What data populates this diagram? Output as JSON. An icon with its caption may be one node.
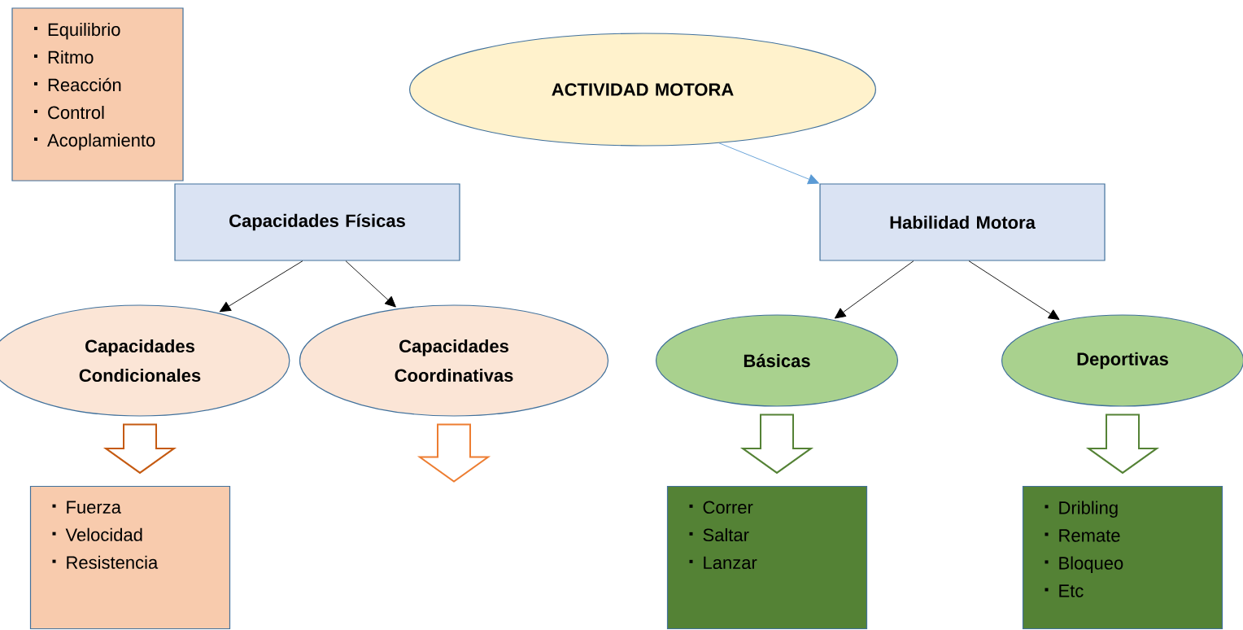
{
  "diagram": {
    "nodes": [
      {
        "text": [
          "ACTIVIDAD MOTORA"
        ]
      },
      {
        "text": [
          "Equilibrio",
          "Ritmo",
          "Reacción",
          "Control",
          "Acoplamiento"
        ]
      },
      {
        "text": [
          "Capacidades Físicas"
        ]
      },
      {
        "text": [
          "Habilidad Motora"
        ]
      },
      {
        "text": [
          "Capacidades Condicionales"
        ]
      },
      {
        "text": [
          "Capacidades Coordinativas"
        ]
      },
      {
        "text": [
          "Básicas"
        ]
      },
      {
        "text": [
          "Deportivas"
        ]
      },
      {
        "text": [
          "Fuerza",
          "Velocidad",
          "Resistencia"
        ]
      },
      {
        "text": [
          "Correr",
          "Saltar",
          "Lanzar"
        ]
      },
      {
        "text": [
          "Dribling",
          "Remate",
          "Bloqueo",
          "Etc"
        ]
      }
    ],
    "edges": [
      {
        "from": 0,
        "to": 3,
        "arrow": "to",
        "color": "#5b9bd5"
      },
      {
        "from": 2,
        "to": 4,
        "arrow": "to"
      },
      {
        "from": 2,
        "to": 5,
        "arrow": "to"
      },
      {
        "from": 3,
        "to": 6,
        "arrow": "to"
      },
      {
        "from": 3,
        "to": 7,
        "arrow": "to"
      },
      {
        "from": 4,
        "to": 8,
        "arrow": "to",
        "style": "thick",
        "color": "#c55a11"
      },
      {
        "from": 5,
        "to": null,
        "arrow": "to",
        "style": "thick",
        "color": "#ed7d31"
      },
      {
        "from": 6,
        "to": 9,
        "arrow": "to",
        "style": "thick",
        "color": "#548235"
      },
      {
        "from": 7,
        "to": 10,
        "arrow": "to",
        "style": "thick",
        "color": "#548235"
      }
    ]
  }
}
